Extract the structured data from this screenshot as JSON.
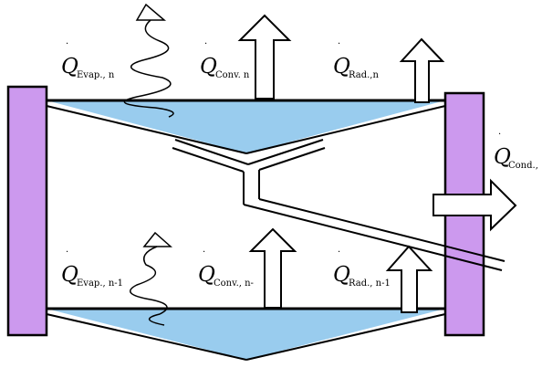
{
  "colors": {
    "wall": "#cc99ee",
    "water": "#99ccee",
    "line": "#000000",
    "arrow_fill": "#ffffff"
  },
  "labels": {
    "top": {
      "evap": {
        "q": "Q",
        "sub": "Evap., n"
      },
      "conv": {
        "q": "Q",
        "sub": "Conv. n"
      },
      "rad": {
        "q": "Q",
        "sub": "Rad.,n"
      }
    },
    "bottom": {
      "evap": {
        "q": "Q",
        "sub": "Evap., n-1"
      },
      "conv": {
        "q": "Q",
        "sub": "Conv., n-"
      },
      "rad": {
        "q": "Q",
        "sub": "Rad., n-1"
      }
    },
    "cond": {
      "q": "Q",
      "sub": "Cond.,"
    }
  },
  "icons": {
    "top_evap": "evaporation-zigzag-arrow-icon",
    "bottom_evap": "evaporation-zigzag-arrow-icon",
    "convection": "block-up-arrow-icon",
    "radiation": "block-up-arrow-icon",
    "conduction": "block-right-arrow-icon"
  }
}
